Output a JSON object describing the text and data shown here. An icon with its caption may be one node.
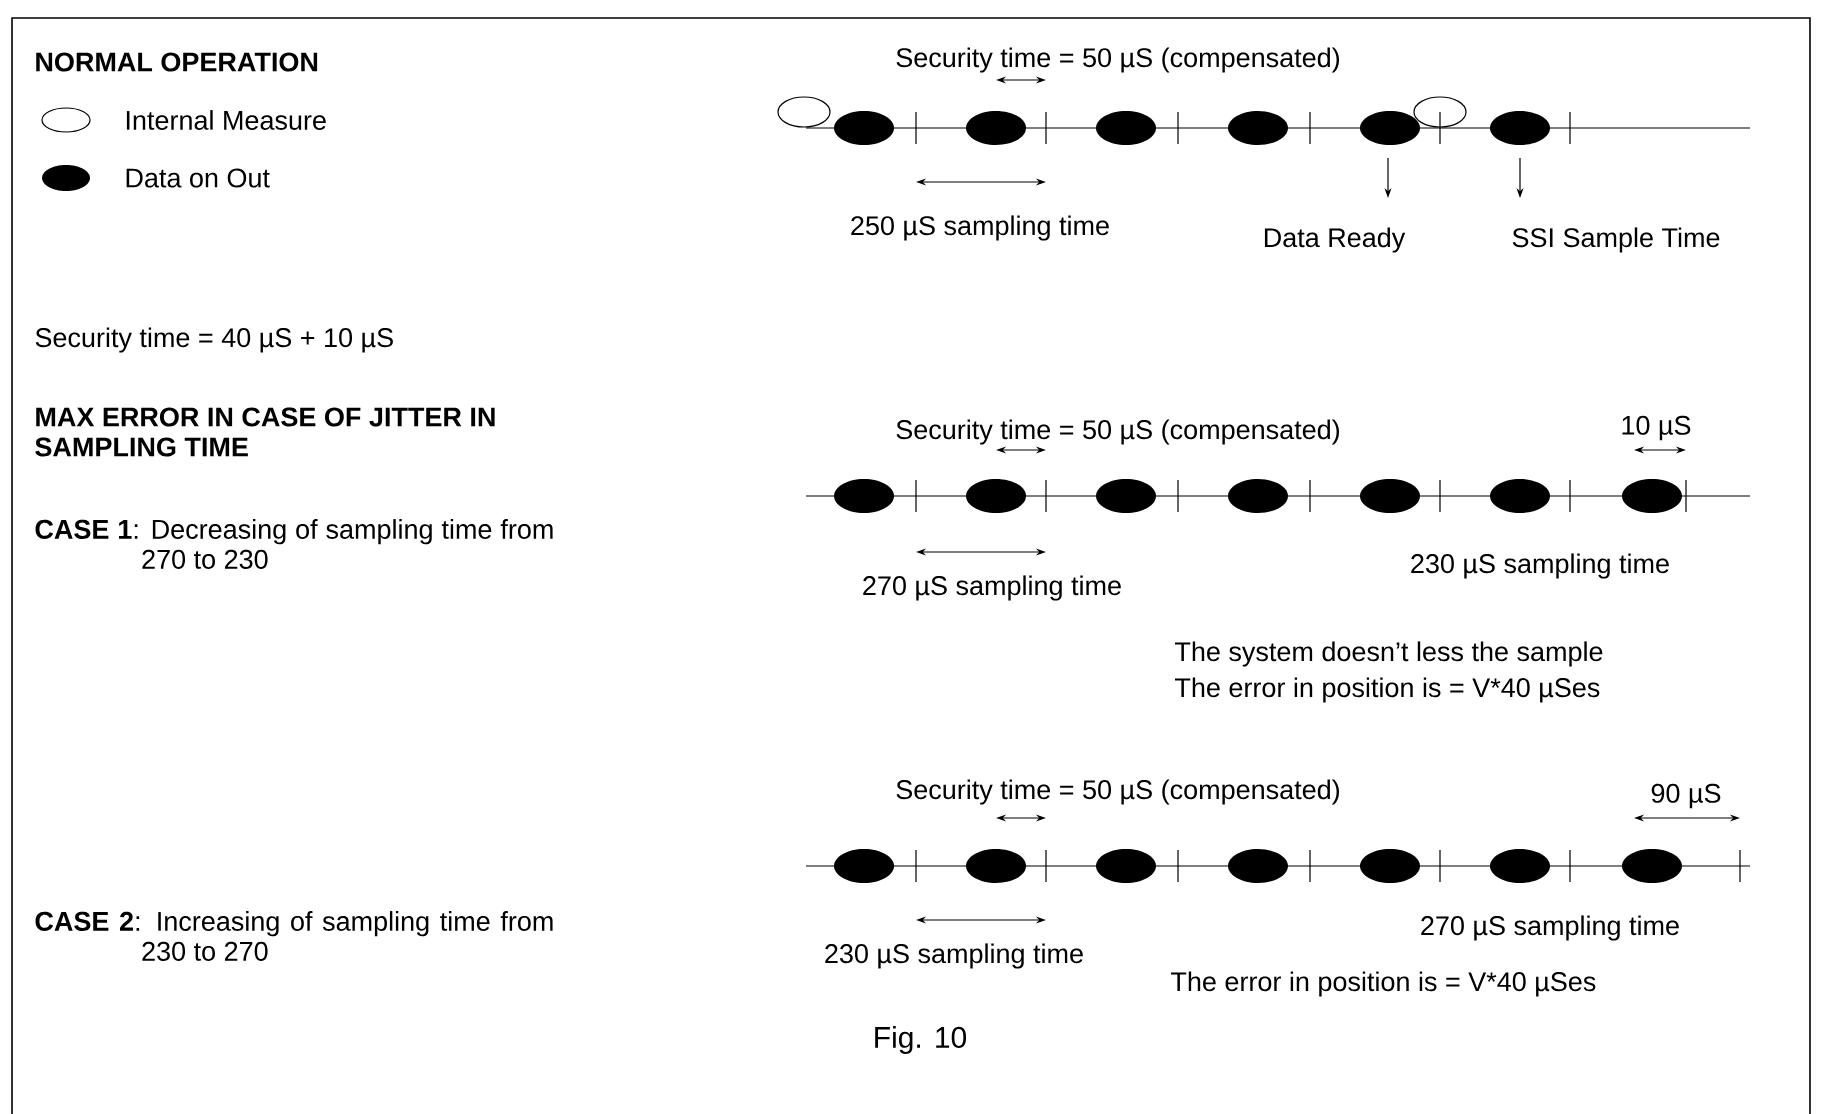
{
  "diagram": {
    "caption": "Fig. 10",
    "labels": [
      "NORMAL OPERATION",
      "Security time = 50 µS (compensated)",
      "250 µS sampling time",
      "Data  Ready",
      "SSI Sample Time",
      "Security time = 40 µS + 10 µS",
      "MAX ERROR IN CASE OF JITTER IN SAMPLING TIME",
      "Security time = 50 µS (compensated)",
      "10 µS",
      "**CASE 1**: Decreasing of sampling time from 270 to 230",
      "270 µS sampling time",
      "230 µS sampling time",
      "The system doesn’t less the sample",
      "The error in position is = V*40 µSes",
      "Security time = 50 µS (compensated)",
      "90 µS",
      "**CASE 2**: Increasing of sampling time from 230 to 270",
      "230 µS sampling time",
      "270 µS sampling time",
      "The error in position is = V*40 µSes"
    ],
    "legend": [
      {
        "text": "Internal Measure"
      },
      {
        "text": "Data on Out"
      }
    ]
  }
}
